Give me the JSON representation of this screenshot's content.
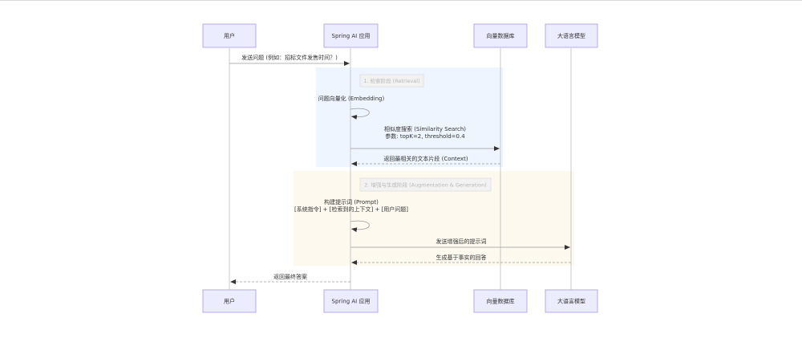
{
  "colors": {
    "actor_fill": "#ECECFF",
    "actor_border": "#b7a9ec",
    "retrieval_region": "#eef5ff",
    "generation_region": "#fdf9ee",
    "arrow": "#333333"
  },
  "actors": [
    {
      "id": "user",
      "label": "用户"
    },
    {
      "id": "app",
      "label": "Spring AI 应用"
    },
    {
      "id": "vdb",
      "label": "向量数据库"
    },
    {
      "id": "llm",
      "label": "大语言模型"
    }
  ],
  "regions": [
    {
      "id": "retrieval",
      "label": "1. 检索阶段 (Retrieval)",
      "color": "#eef5ff"
    },
    {
      "id": "generation",
      "label": "2. 增强与生成阶段 (Augmentation & Generation)",
      "color": "#fdf9ee"
    }
  ],
  "messages": [
    {
      "id": "ask",
      "from": "user",
      "to": "app",
      "kind": "solid",
      "lines": [
        "发送问题 (例如：招标文件发售时间？)"
      ]
    },
    {
      "id": "embed",
      "from": "app",
      "to": "app",
      "kind": "self",
      "lines": [
        "问题向量化 (Embedding)"
      ]
    },
    {
      "id": "search",
      "from": "app",
      "to": "vdb",
      "kind": "solid",
      "lines": [
        "相似度搜索 (Similarity Search)",
        "参数: topK=2, threshold=0.4"
      ]
    },
    {
      "id": "context",
      "from": "vdb",
      "to": "app",
      "kind": "dashed",
      "lines": [
        "返回最相关的文本片段 (Context)"
      ]
    },
    {
      "id": "prompt",
      "from": "app",
      "to": "app",
      "kind": "self",
      "lines": [
        "构建提示词 (Prompt)",
        "[系统指令] + [检索到的上下文] + [用户问题]"
      ]
    },
    {
      "id": "send",
      "from": "app",
      "to": "llm",
      "kind": "solid",
      "lines": [
        "发送增强后的提示词"
      ]
    },
    {
      "id": "answer",
      "from": "llm",
      "to": "app",
      "kind": "dashed",
      "lines": [
        "生成基于事实的回答"
      ]
    },
    {
      "id": "final",
      "from": "app",
      "to": "user",
      "kind": "dashed",
      "lines": [
        "返回最终答案"
      ]
    }
  ]
}
